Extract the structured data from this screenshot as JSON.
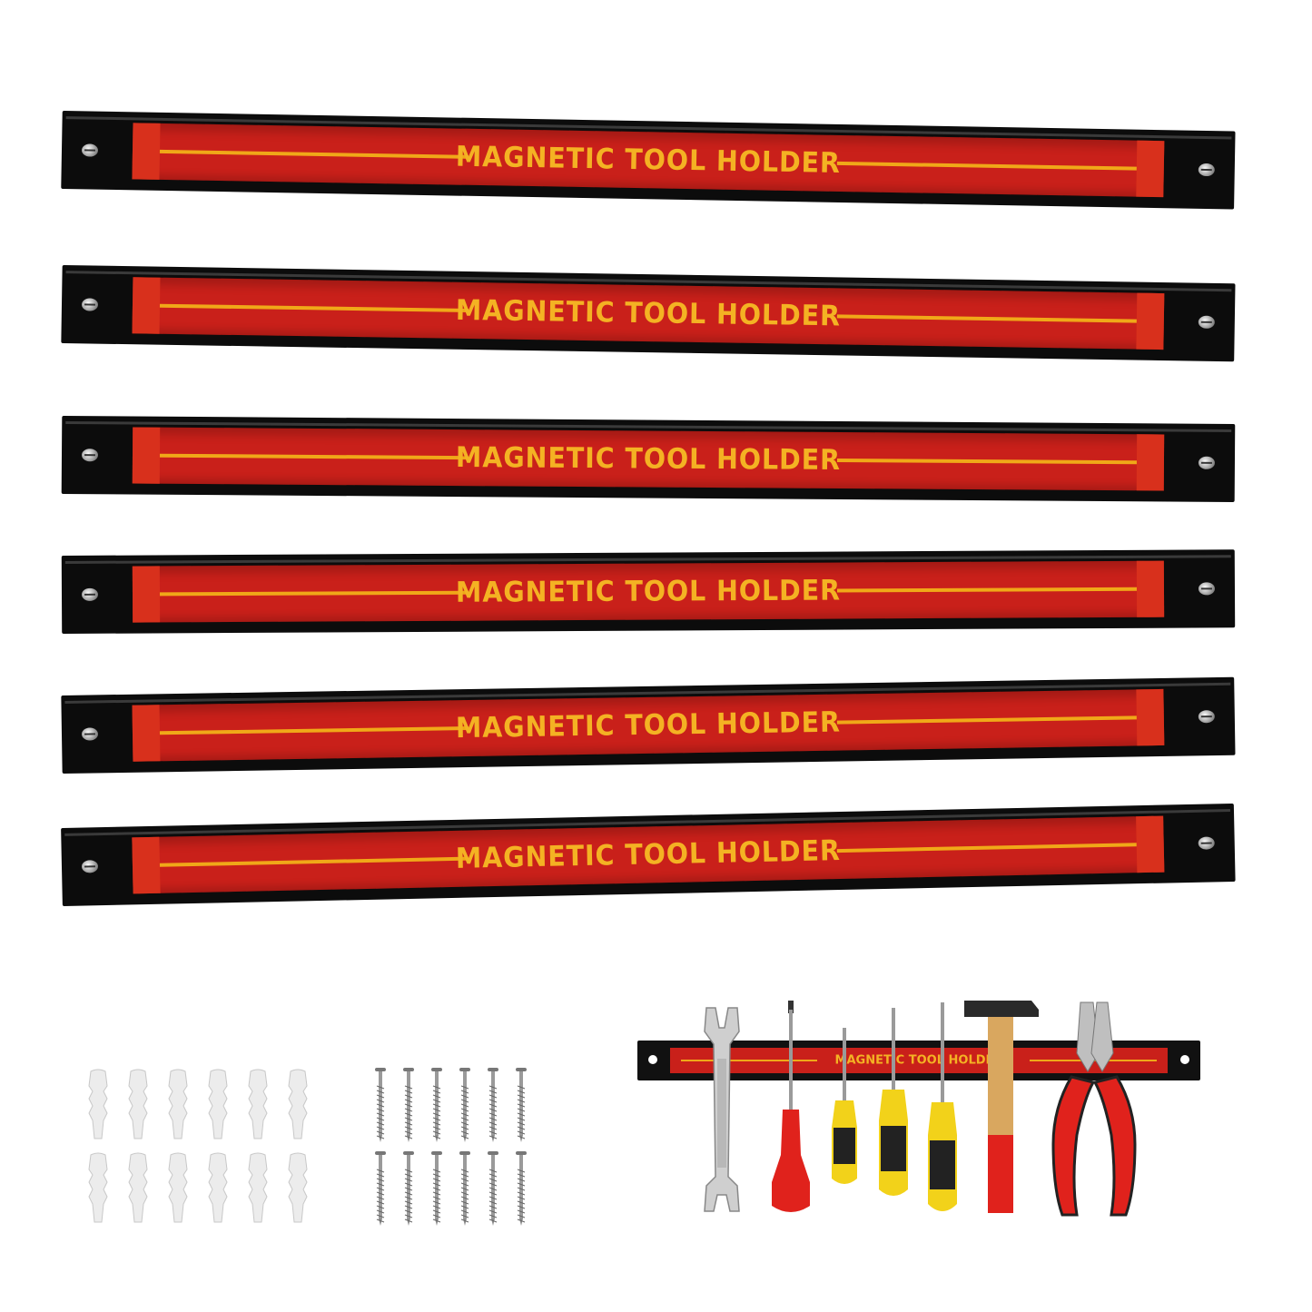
{
  "bars": [
    {
      "label": "MAGNETIC TOOL HOLDER"
    },
    {
      "label": "MAGNETIC TOOL HOLDER"
    },
    {
      "label": "MAGNETIC TOOL HOLDER"
    },
    {
      "label": "MAGNETIC TOOL HOLDER"
    },
    {
      "label": "MAGNETIC TOOL HOLDER"
    },
    {
      "label": "MAGNETIC TOOL HOLDER"
    }
  ],
  "demo_bar": {
    "label": "MAGNETIC TOOL HOLDER"
  },
  "colors": {
    "rail": "#0c0c0c",
    "face": "#c9201a",
    "text": "#f4b223",
    "stripe": "#f0a818"
  },
  "accessories": {
    "wall_anchor_count": 12,
    "screw_count": 12
  },
  "tools": [
    "wrench-icon",
    "screwdriver-icon",
    "hammer-icon",
    "pliers-icon"
  ]
}
